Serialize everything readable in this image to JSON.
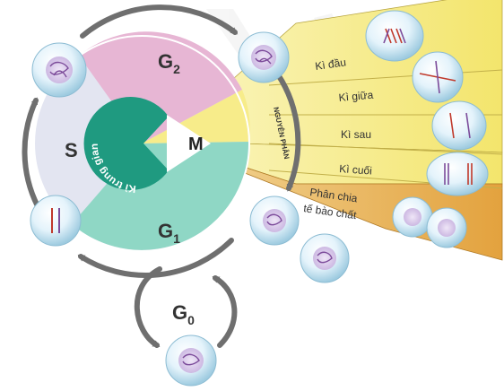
{
  "phases": {
    "g2_main": "G",
    "g2_sub": "2",
    "s": "S",
    "g1_main": "G",
    "g1_sub": "1",
    "g0_main": "G",
    "g0_sub": "0",
    "m": "M"
  },
  "center_label": "Kì trung gian",
  "mitosis_label": "NGUYÊN PHÂN",
  "mitosis_stages": [
    "Kì đầu",
    "Kì giữa",
    "Kì sau",
    "Kì cuối"
  ],
  "cytokinesis": [
    "Phân chia",
    "tế bào chất"
  ],
  "colors": {
    "g2": "#e7b6d4",
    "s": "#e3e5f1",
    "g1": "#8fd7c5",
    "center": "#1f9a80",
    "ring_arrow": "#7a7a7a",
    "fan_yellow": "#f7ec8a",
    "fan_orange": "#e9b24e",
    "cell": "#d9eef8",
    "chromosome": "#7c4b9a"
  }
}
